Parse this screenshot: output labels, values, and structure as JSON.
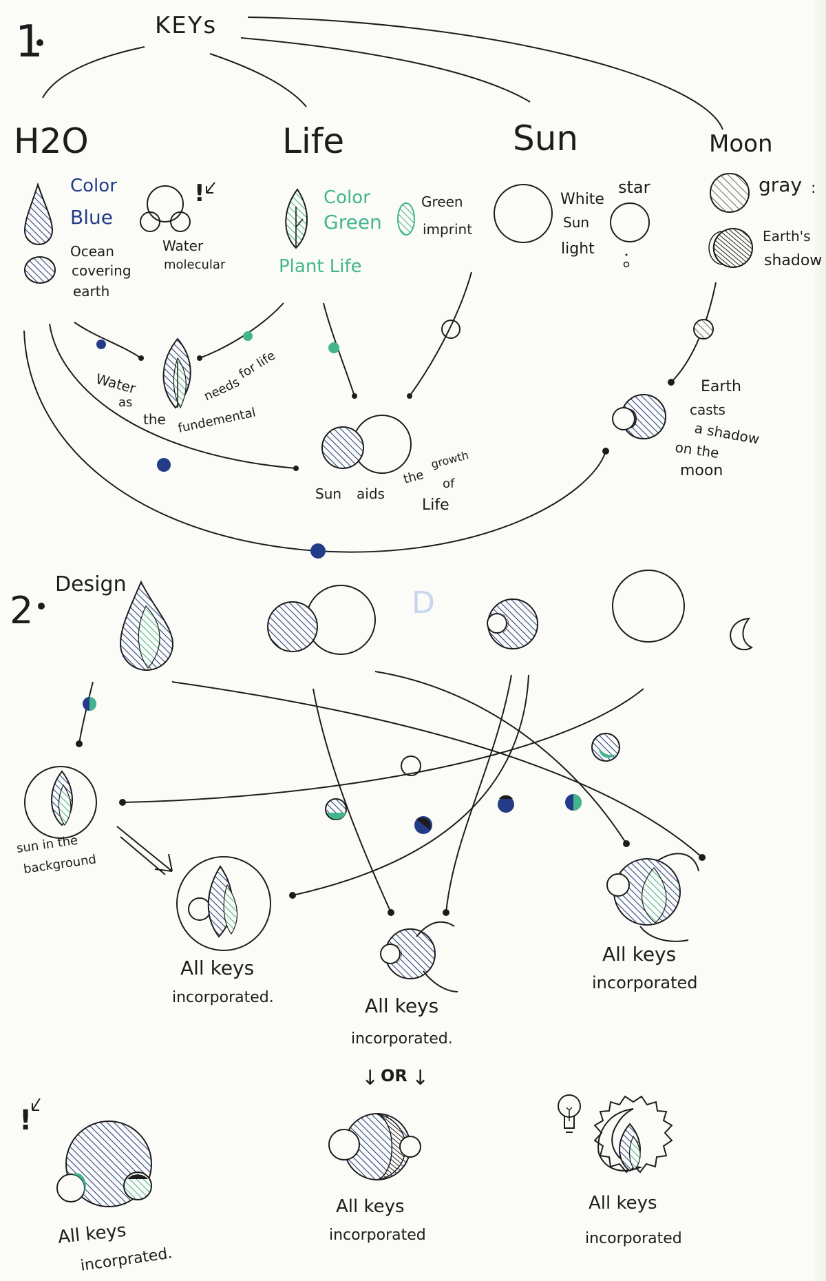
{
  "colors": {
    "ink": "#1c1c1c",
    "blue": "#243c88",
    "green": "#42b58f",
    "paper": "#fbfbf8"
  },
  "section1": {
    "number": "1",
    "title": "KEYs",
    "keys": {
      "h2o": {
        "label": "H2O",
        "color_label": "Color",
        "color_value": "Blue",
        "ocean_text": [
          "Ocean",
          "covering",
          "earth"
        ],
        "molecule_text": [
          "Water",
          "molecular"
        ],
        "exclaim": "!"
      },
      "life": {
        "label": "Life",
        "color_label": "Color",
        "color_value": "Green",
        "plant_text": "Plant Life",
        "imprint_text": [
          "Green",
          "imprint"
        ]
      },
      "sun": {
        "label": "Sun",
        "white_text": [
          "White",
          "Sun",
          "light"
        ],
        "star_text": "star"
      },
      "moon": {
        "label": "Moon",
        "gray_text": "gray",
        "shadow_text": [
          "Earth's",
          "shadow"
        ]
      }
    },
    "combos": {
      "water_life": [
        "Water",
        "as",
        "the",
        "fundemental",
        "needs",
        "for life"
      ],
      "sun_life": [
        "Sun",
        "aids",
        "the",
        "growth",
        "of",
        "Life"
      ],
      "earth_moon": [
        "Earth",
        "casts",
        "a shadow",
        "on the",
        "moon"
      ]
    }
  },
  "section2": {
    "number": "2",
    "title": "Design",
    "sun_caption": [
      "sun in the",
      "background"
    ],
    "captions": [
      "All keys",
      "incorporated."
    ],
    "captions_center": [
      "All keys",
      "incorporated."
    ],
    "captions_right": [
      "All keys",
      "incorporated"
    ],
    "or_label": "OR",
    "bottom_captions": {
      "left": [
        "All keys",
        "incorprated."
      ],
      "center": [
        "All keys",
        "incorporated"
      ],
      "right": [
        "All keys",
        "incorporated"
      ]
    },
    "exclaim": "!"
  },
  "icons": [
    "water-drop-icon",
    "leaf-icon",
    "sun-circle-icon",
    "moon-crescent-icon",
    "lightbulb-icon",
    "water-molecule-icon"
  ]
}
